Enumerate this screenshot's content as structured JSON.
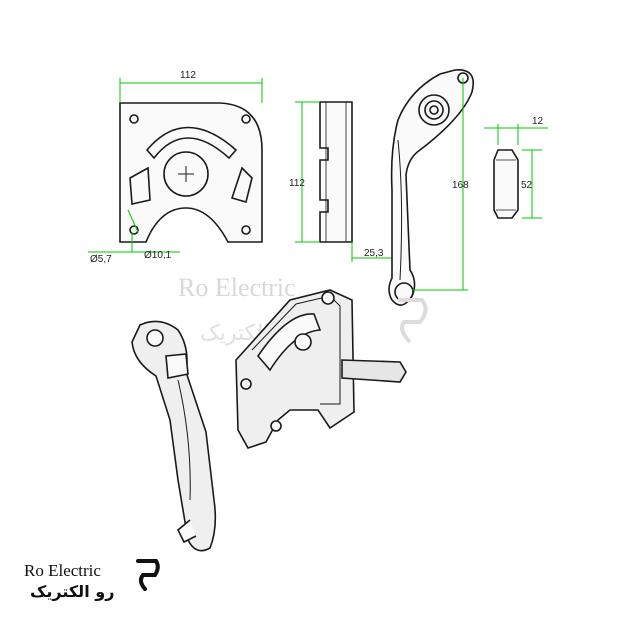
{
  "dimensions": {
    "plate_width": "112",
    "plate_height": "112",
    "hole_small": "Ø5,7",
    "hole_large": "Ø10,1",
    "depth": "25,3",
    "crank_length": "168",
    "bar_width": "12",
    "bar_height": "52"
  },
  "watermark": {
    "en": "Ro Electric",
    "fa": "رو الکتریک"
  },
  "brand": {
    "name_en": "Ro Electric",
    "name_fa": "رو الکتریک"
  },
  "colors": {
    "dimension_line": "#00c800",
    "drawing_line": "#1a1a1a",
    "part_fill": "#ededed"
  }
}
